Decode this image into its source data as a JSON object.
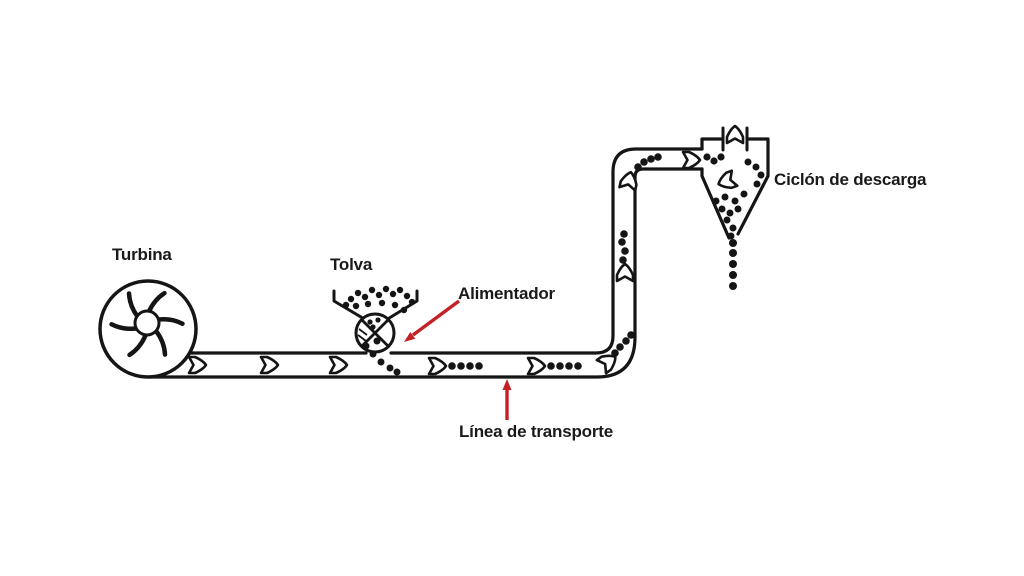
{
  "diagram": {
    "components": {
      "turbine": {
        "label": "Turbina"
      },
      "hopper": {
        "label": "Tolva"
      },
      "feeder": {
        "label": "Alimentador"
      },
      "transport_line": {
        "label": "Línea de transporte"
      },
      "cyclone": {
        "label": "Ciclón de descarga"
      }
    },
    "colors": {
      "line_art": "#151515",
      "annotation_arrow": "#c42127",
      "background": "#ffffff",
      "text": "#1a1a1a"
    },
    "icons": {
      "flow_direction": "chevron-right-icon",
      "exhaust_flow": "chevron-up-icon",
      "material_particles": "dot-cluster"
    }
  }
}
